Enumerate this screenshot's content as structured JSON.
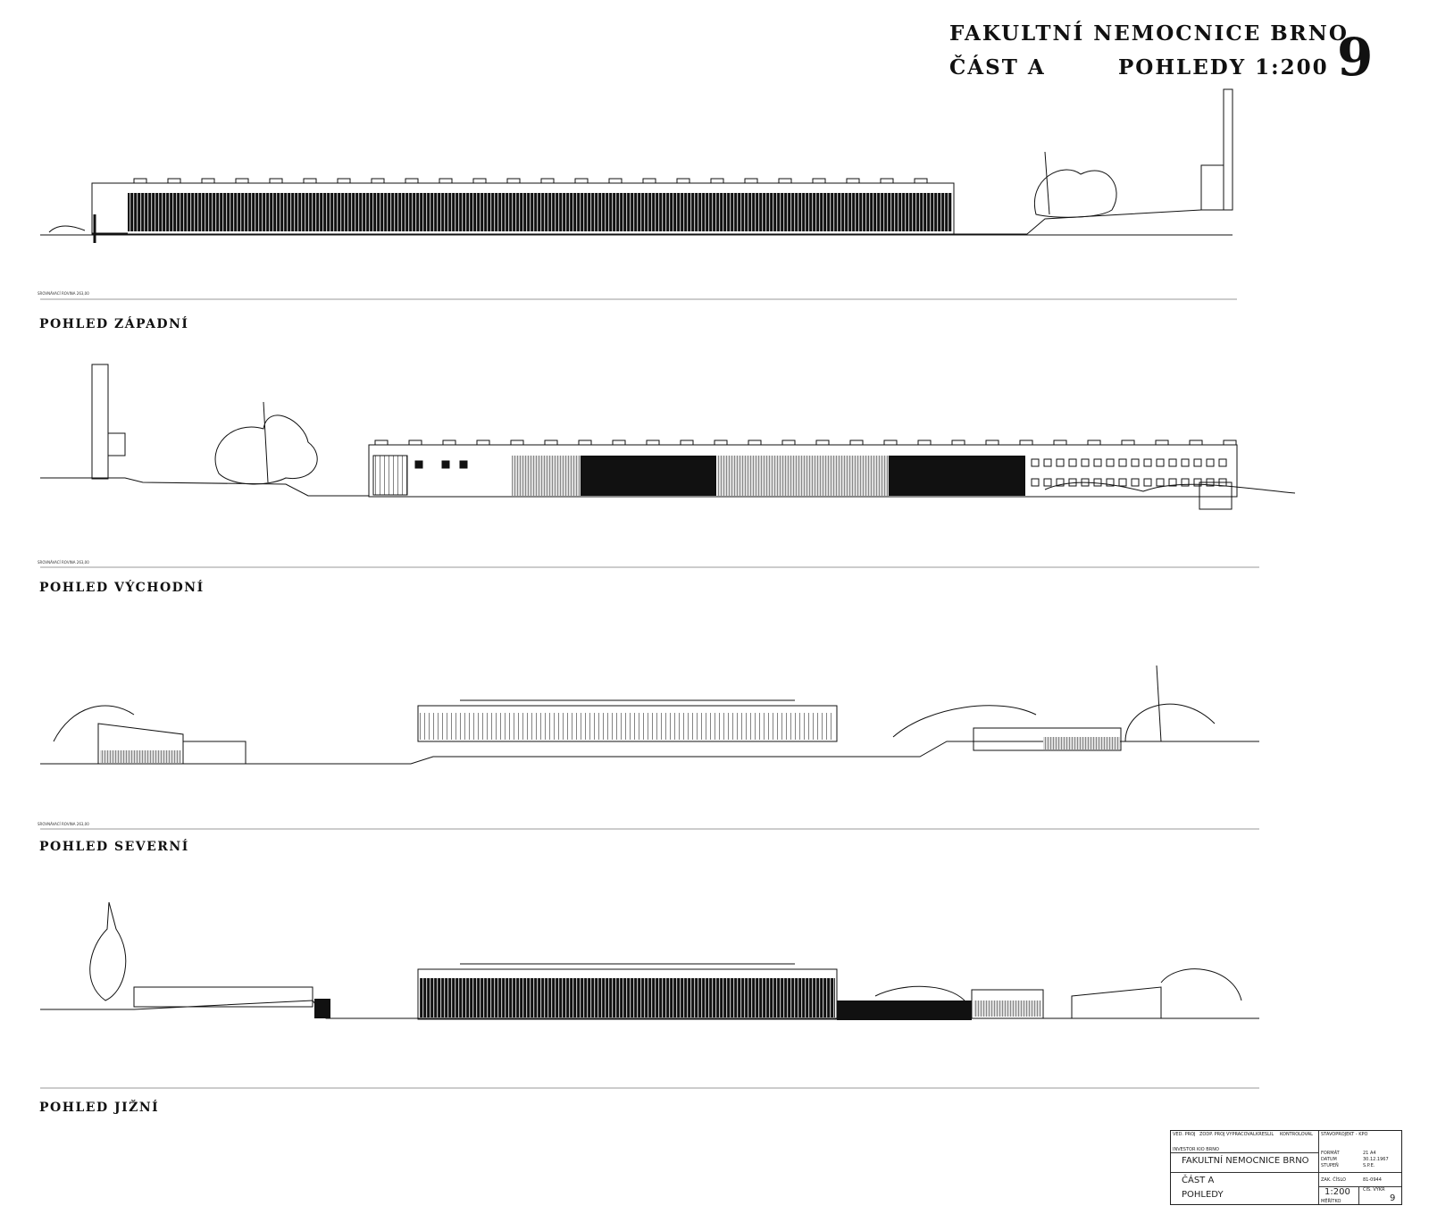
{
  "header": {
    "line1": "FAKULTNÍ NEMOCNICE BRNO",
    "part": "ČÁST A",
    "views_scale": "POHLEDY 1:200",
    "sheet_number": "9"
  },
  "elevations": [
    {
      "label": "POHLED ZÁPADNÍ",
      "datum": "SROVNÁVACÍ ROVINA 263,00"
    },
    {
      "label": "POHLED VÝCHODNÍ",
      "datum": "SROVNÁVACÍ ROVINA 263,00"
    },
    {
      "label": "POHLED SEVERNÍ",
      "datum": "SROVNÁVACÍ ROVINA 263,00"
    },
    {
      "label": "POHLED JIŽNÍ",
      "datum": ""
    }
  ],
  "title_block": {
    "roles": [
      "VED. PROJ",
      "ZODP. PROJ",
      "VYPRACOVAL",
      "KRESLIL",
      "KONTROLOVAL"
    ],
    "investor": "INVESTOR  KIO BRNO",
    "office": "STAVOPROJEKT - KPO",
    "fields": [
      {
        "label": "FORMÁT",
        "value": "21 A4"
      },
      {
        "label": "DATUM",
        "value": "30.12.1967"
      },
      {
        "label": "STUPEŇ",
        "value": "S.P.E."
      },
      {
        "label": "ZAK. ČÍSLO",
        "value": "81-0944"
      }
    ],
    "project": "FAKULTNÍ NEMOCNICE BRNO",
    "part": "ČÁST A",
    "drawing": "POHLEDY",
    "scale": "1:200",
    "scale_label": "MĚŘÍTKO",
    "drawing_no_label": "ČÍS. VÝKR",
    "drawing_no": "9"
  }
}
